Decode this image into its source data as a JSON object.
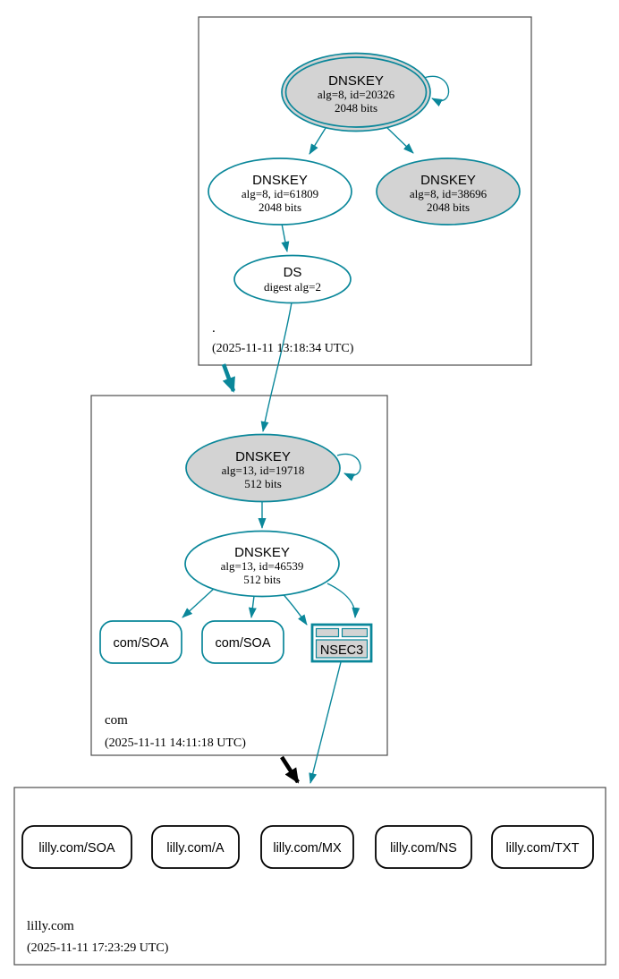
{
  "colors": {
    "secure": "#0a879a",
    "insecure": "#000000",
    "node_fill_gray": "#d3d3d3",
    "zone_box_border": "#4d4d4d"
  },
  "zones": [
    {
      "name": ".",
      "timestamp": "(2025-11-11 13:18:34 UTC)",
      "nodes": {
        "ksk": {
          "title": "DNSKEY",
          "detail": "alg=8, id=20326",
          "size": "2048 bits"
        },
        "zsk": {
          "title": "DNSKEY",
          "detail": "alg=8, id=61809",
          "size": "2048 bits"
        },
        "key3": {
          "title": "DNSKEY",
          "detail": "alg=8, id=38696",
          "size": "2048 bits"
        },
        "ds": {
          "title": "DS",
          "detail": "digest alg=2"
        }
      }
    },
    {
      "name": "com",
      "timestamp": "(2025-11-11 14:11:18 UTC)",
      "nodes": {
        "ksk": {
          "title": "DNSKEY",
          "detail": "alg=13, id=19718",
          "size": "512 bits"
        },
        "zsk": {
          "title": "DNSKEY",
          "detail": "alg=13, id=46539",
          "size": "512 bits"
        },
        "soa1": {
          "label": "com/SOA"
        },
        "soa2": {
          "label": "com/SOA"
        },
        "nsec3": {
          "label": "NSEC3"
        }
      }
    },
    {
      "name": "lilly.com",
      "timestamp": "(2025-11-11 17:23:29 UTC)",
      "rrsets": [
        {
          "label": "lilly.com/SOA"
        },
        {
          "label": "lilly.com/A"
        },
        {
          "label": "lilly.com/MX"
        },
        {
          "label": "lilly.com/NS"
        },
        {
          "label": "lilly.com/TXT"
        }
      ]
    }
  ]
}
